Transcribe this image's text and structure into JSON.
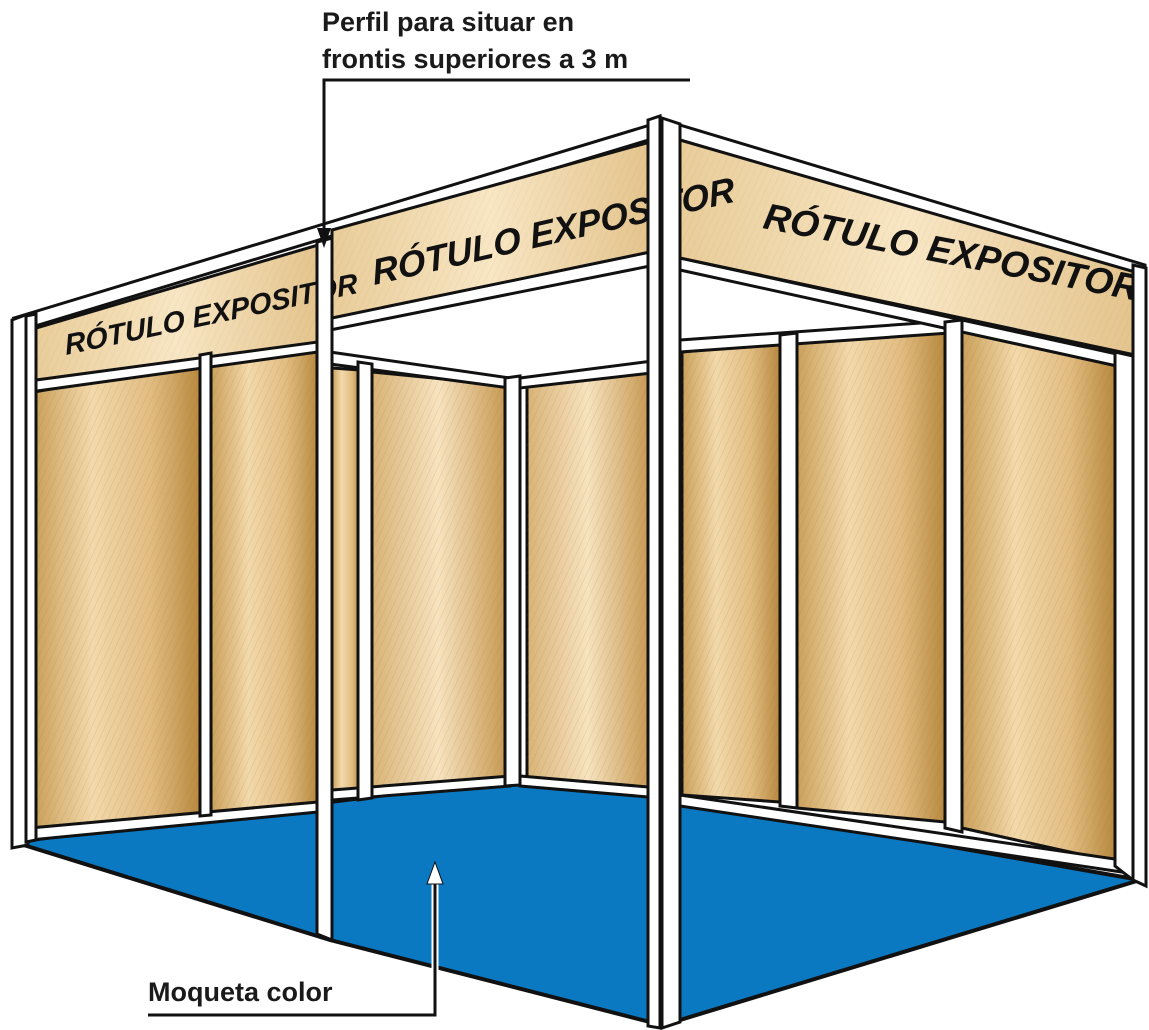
{
  "callouts": {
    "profile_line1": "Perfil para situar en",
    "profile_line2": "frontis superiores a 3 m",
    "carpet": "Moqueta color"
  },
  "signs": {
    "left": "RÓTULO EXPOSITOR",
    "center": "RÓTULO EXPOSITOR",
    "right": "RÓTULO EXPOSITOR"
  },
  "colors": {
    "carpet": "#0a79c2",
    "panel_light": "#f6dfb6",
    "panel_dark": "#b88a3e",
    "frame": "#ffffff",
    "outline": "#111111"
  }
}
